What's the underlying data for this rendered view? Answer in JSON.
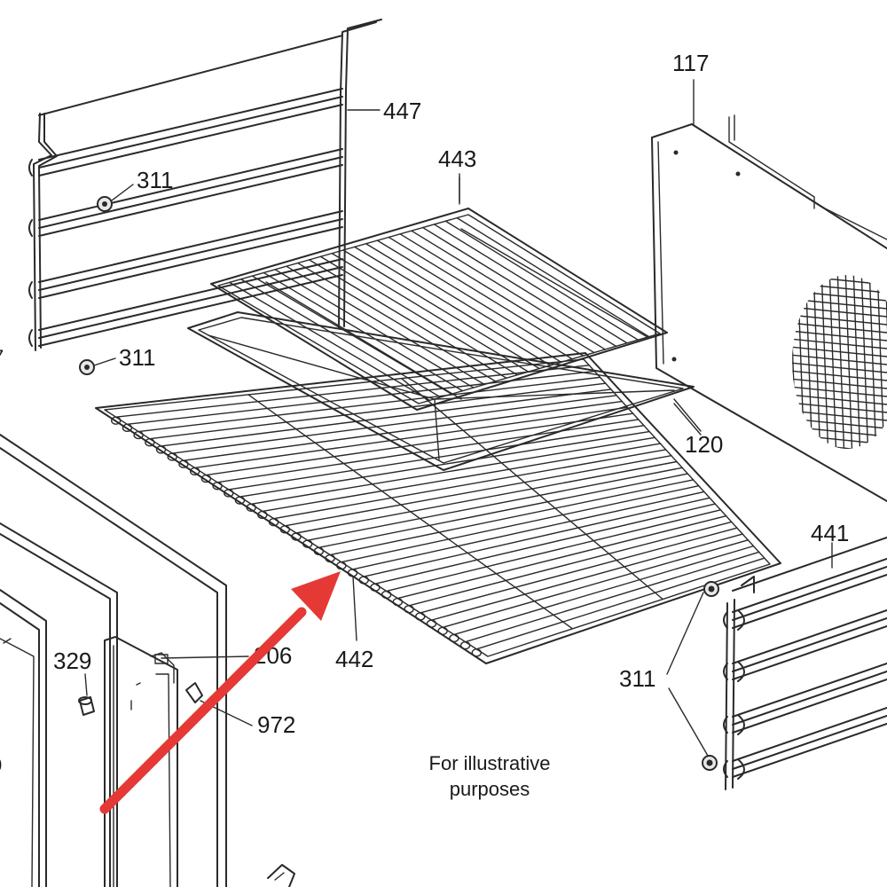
{
  "diagram": {
    "labels": {
      "p447": "447",
      "p311_top": "311",
      "p311_mid": "311",
      "p311_right": "311",
      "p443": "443",
      "p117": "117",
      "p120": "120",
      "p441": "441",
      "p442": "442",
      "p329": "329",
      "p206": "206",
      "p972": "972"
    },
    "note_line1": "For illustrative",
    "note_line2": "purposes",
    "colors": {
      "line": "#2a2a2a",
      "arrow": "#e53935",
      "background": "#ffffff"
    },
    "highlighted_part": "442"
  }
}
